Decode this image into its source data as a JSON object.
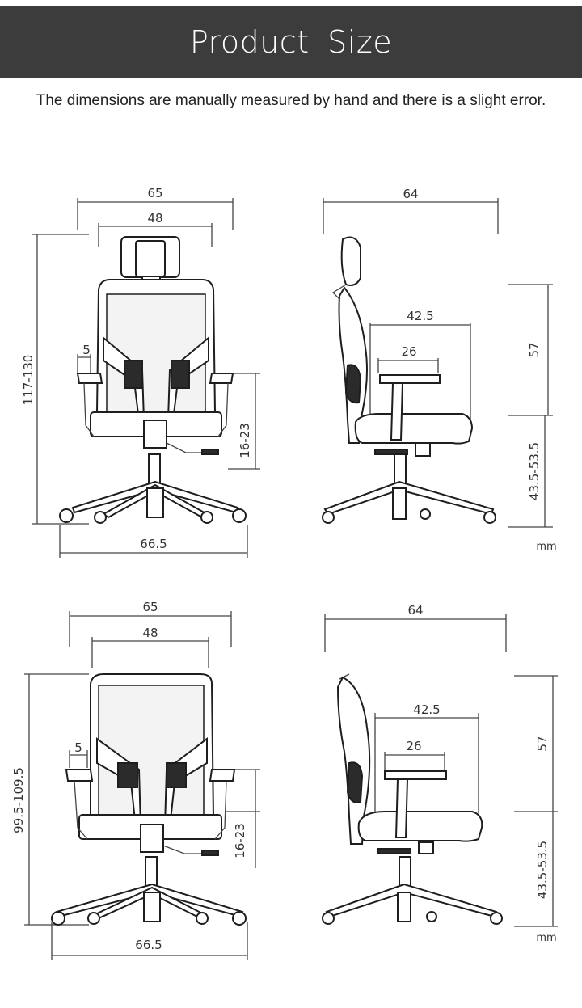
{
  "header": {
    "title": "Product  Size"
  },
  "subtitle": "The dimensions are manually measured by hand and there is a slight error.",
  "unit": "mm",
  "top_front": {
    "width_outer": "65",
    "width_headrest": "48",
    "height": "117-130",
    "armrest_width": "5",
    "armrest_height": "16-23",
    "base_width": "66.5"
  },
  "top_side": {
    "depth": "64",
    "seat_depth": "42.5",
    "armrest_length": "26",
    "back_height": "57",
    "seat_height": "43.5-53.5"
  },
  "bottom_front": {
    "width_outer": "65",
    "width_back": "48",
    "height": "99.5-109.5",
    "armrest_width": "5",
    "armrest_height": "16-23",
    "base_width": "66.5"
  },
  "bottom_side": {
    "depth": "64",
    "seat_depth": "42.5",
    "armrest_length": "26",
    "back_height": "57",
    "seat_height": "43.5-53.5"
  }
}
